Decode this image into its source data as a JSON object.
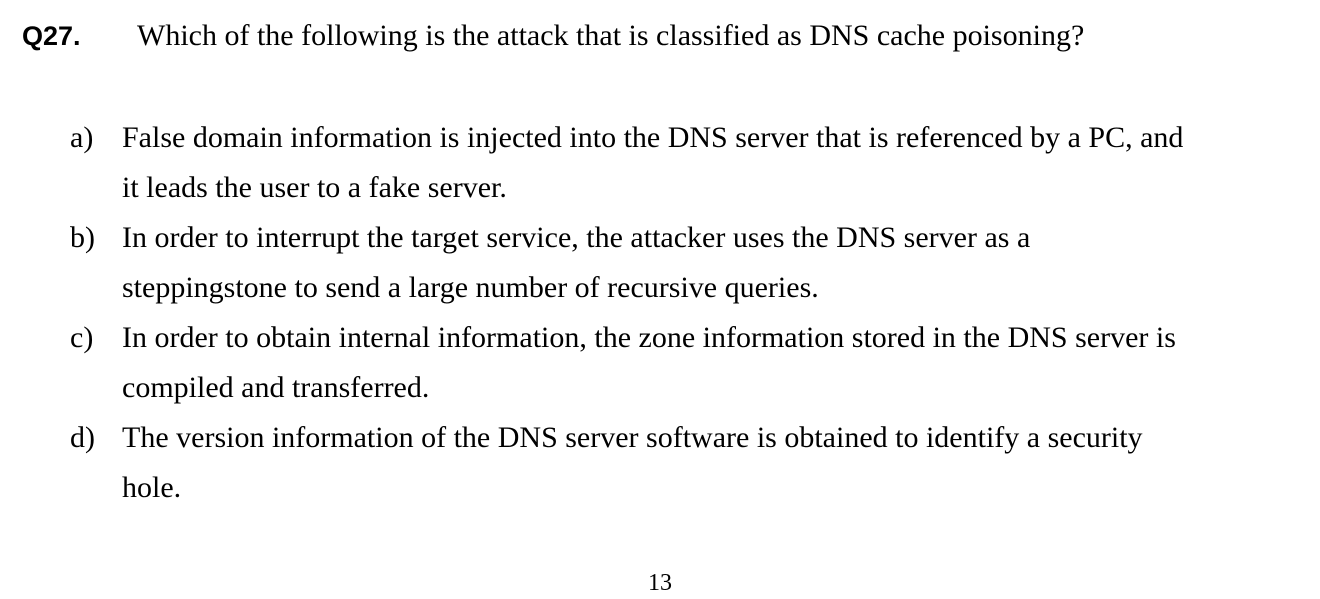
{
  "question": {
    "number": "Q27.",
    "text": "Which of the following is the attack that is classified as DNS cache poisoning?"
  },
  "options": [
    {
      "label": "a)",
      "lines": [
        "False domain information is injected into the DNS server that is referenced by a PC, and",
        "it leads the user to a fake server."
      ]
    },
    {
      "label": "b)",
      "lines": [
        "In order to interrupt the target service, the attacker uses the DNS server as a",
        "steppingstone to send a large number of recursive queries."
      ]
    },
    {
      "label": "c)",
      "lines": [
        "In order to obtain internal information, the zone information stored in the DNS server is",
        "compiled and transferred."
      ]
    },
    {
      "label": "d)",
      "lines": [
        "The version information of the DNS server software is obtained to identify a security",
        "hole."
      ]
    }
  ],
  "page_number": "13"
}
